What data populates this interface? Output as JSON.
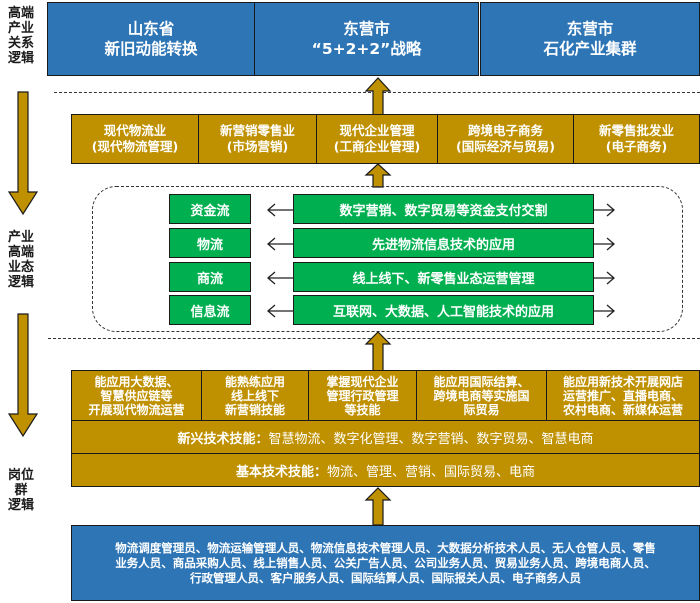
{
  "side_labels": {
    "top": "高端\n产业\n关系\n逻辑",
    "middle": "产业\n高端\n业态\n逻辑",
    "bottom": "岗位\n群\n逻辑"
  },
  "colors": {
    "blue": "#2e75b6",
    "gold": "#bf9000",
    "green": "#00b050",
    "border": "#1a1a1a"
  },
  "strategy_boxes": [
    {
      "line1": "山东省",
      "line2": "新旧动能转换"
    },
    {
      "line1": "东营市",
      "line2": "“5+2+2”战略"
    },
    {
      "line1": "东营市",
      "line2": "石化产业集群"
    }
  ],
  "industry_boxes": [
    {
      "line1": "现代物流业",
      "line2": "(现代物流管理)"
    },
    {
      "line1": "新营销零售业",
      "line2": "(市场营销)"
    },
    {
      "line1": "现代企业管理",
      "line2": "(工商企业管理)"
    },
    {
      "line1": "跨境电子商务",
      "line2": "(国际经济与贸易)"
    },
    {
      "line1": "新零售批发业",
      "line2": "(电子商务)"
    }
  ],
  "flows": [
    {
      "name": "资金流",
      "desc": "数字营销、数字贸易等资金支付交割"
    },
    {
      "name": "物流",
      "desc": "先进物流信息技术的应用"
    },
    {
      "name": "商流",
      "desc": "线上线下、新零售业态运营管理"
    },
    {
      "name": "信息流",
      "desc": "互联网、大数据、人工智能技术的应用"
    }
  ],
  "skill_boxes": [
    {
      "lines": [
        "能应用大数据、",
        "智慧供应链等",
        "开展现代物流运营"
      ]
    },
    {
      "lines": [
        "能熟练应用",
        "线上线下",
        "新营销技能"
      ]
    },
    {
      "lines": [
        "掌握现代企业",
        "管理行政管理",
        "等技能"
      ]
    },
    {
      "lines": [
        "能应用国际结算、",
        "跨境电商等实施国",
        "际贸易"
      ]
    },
    {
      "lines": [
        "能应用新技术开展网店",
        "运营推广、直播电商、",
        "农村电商、新媒体运营"
      ]
    }
  ],
  "emerging_skills": {
    "label": "新兴技术技能：",
    "value": "智慧物流、数字化管理、数字营销、数字贸易、智慧电商"
  },
  "basic_skills": {
    "label": "基本技术技能：",
    "value": "物流、管理、营销、国际贸易、电商"
  },
  "job_group": {
    "lines": [
      "物流调度管理员、物流运输管理人员、物流信息技术管理人员、大数据分析技术人员、无人仓管人员、零售",
      "业务人员、商品采购人员、线上销售人员、公关广告人员、公司业务人员、贸易业务人员、跨境电商人员、",
      "行政管理人员、客户服务人员、国际结算人员、国际报关人员、电子商务人员"
    ]
  }
}
